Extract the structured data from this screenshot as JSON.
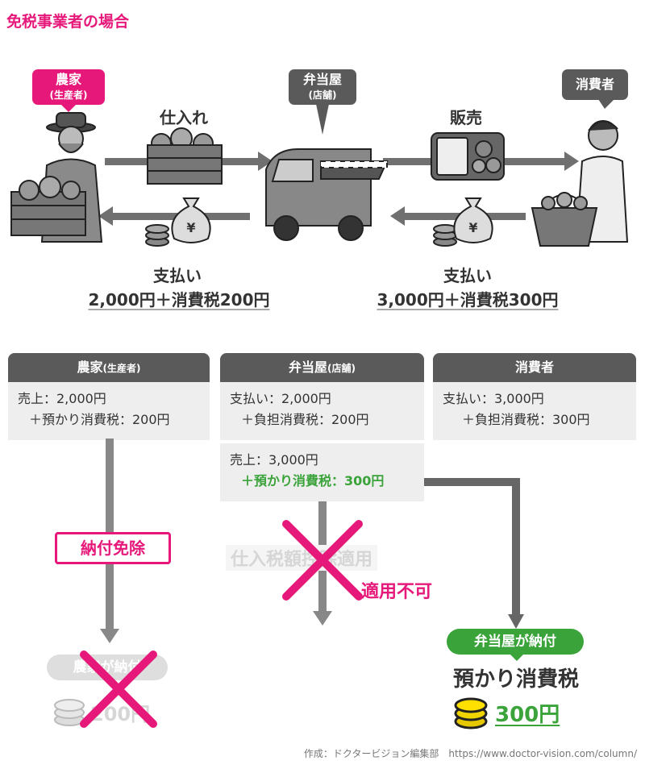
{
  "title": "免税事業者の場合",
  "farmer": {
    "label": "農家",
    "sub": "(生産者)"
  },
  "shop": {
    "label": "弁当屋",
    "sub": "(店舗)"
  },
  "consumer": {
    "label": "消費者"
  },
  "flow_purchase": "仕入れ",
  "flow_sale": "販売",
  "payment_left": {
    "title": "支払い",
    "amount": "2,000円＋消費税200円"
  },
  "payment_right": {
    "title": "支払い",
    "amount": "3,000円＋消費税300円"
  },
  "yen_symbol": "¥",
  "panels": {
    "farmer": {
      "header": "農家",
      "header_sub": "(生産者)",
      "line1": "売上：2,000円",
      "line2": "＋預かり消費税：200円"
    },
    "shop": {
      "header": "弁当屋",
      "header_sub": "(店舗)",
      "line1": "支払い：2,000円",
      "line2": "＋負担消費税：200円",
      "line3": "売上：3,000円",
      "line4": "＋預かり消費税：300円"
    },
    "consumer": {
      "header": "消費者",
      "line1": "支払い：3,000円",
      "line2": "＋負担消費税：300円"
    }
  },
  "exemption_label": "納付免除",
  "farmer_pays_faded": "農家が納付",
  "farmer_amount_faded": "200円",
  "deduction_faded": "仕入税額控除適用",
  "not_applicable": "適用不可",
  "shop_pays": "弁当屋が納付",
  "collected_tax": "預かり消費税",
  "shop_amount": "300円",
  "credit": "作成：ドクタービジョン編集部　https://www.doctor-vision.com/column/",
  "colors": {
    "magenta": "#e6197a",
    "dark": "#5a5a5a",
    "green": "#3aa33a",
    "light": "#eeeeee"
  }
}
